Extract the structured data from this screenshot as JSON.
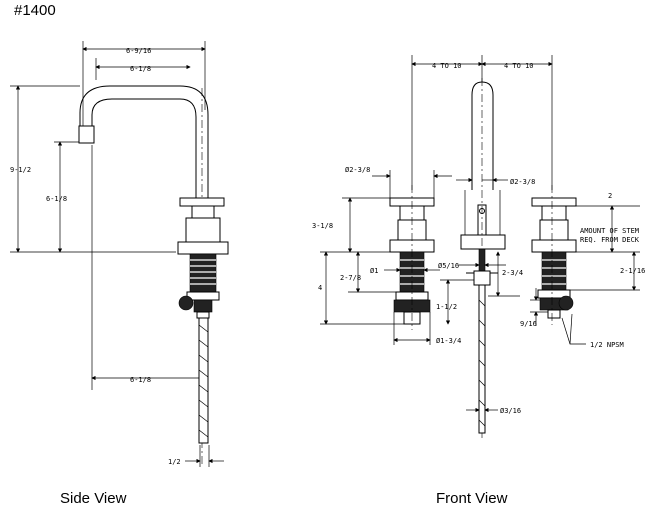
{
  "model_number": "#1400",
  "captions": {
    "side": "Side View",
    "front": "Front View"
  },
  "dims": {
    "side": {
      "top_width": "6-9/16",
      "spout_reach": "6-1/8",
      "overall_height": "9-1/2",
      "spout_height": "6-1/8",
      "bottom_reach": "6-1/8",
      "shank": "1/2"
    },
    "front": {
      "spread_left": "4 TO 10",
      "spread_right": "4 TO 10",
      "handle_dia_left": "Ø2-3/8",
      "handle_dia_right": "Ø2-3/8",
      "handle_height": "3-1/8",
      "shank_dia": "Ø1",
      "shank_length": "2-7/8",
      "body_height": "4",
      "base_dia": "Ø1-3/4",
      "nut_height": "1-1/2",
      "spout_shank_dia": "Ø5/16",
      "spout_shank_len": "2-3/4",
      "rod_dia": "Ø3/16",
      "stem_amount": "2",
      "stem_note_line1": "AMOUNT OF STEM",
      "stem_note_line2": "REQ. FROM DECK",
      "right_shank": "2-1/16",
      "nut_dim": "9/16",
      "npsm": "1/2 NPSM"
    }
  }
}
